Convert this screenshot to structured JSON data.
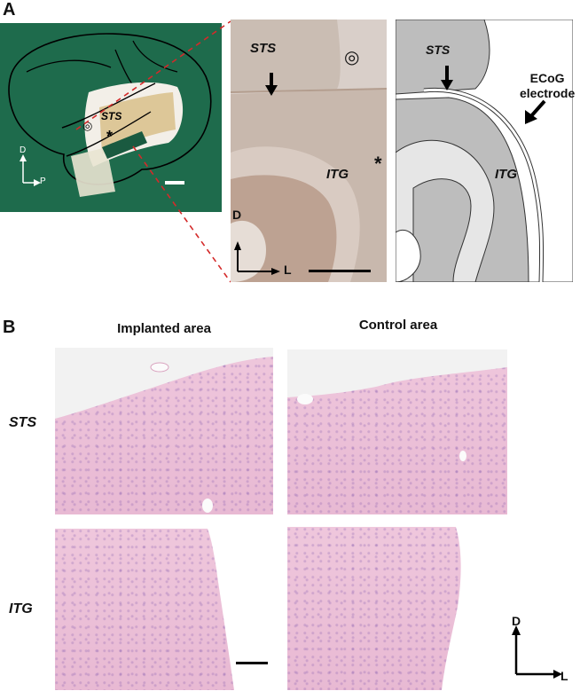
{
  "figure": {
    "panel_a": "A",
    "panel_b": "B"
  },
  "panelA": {
    "photo": {
      "sts": "STS",
      "asterisk": "*",
      "dir_d": "D",
      "dir_p": "P",
      "concentric": "◎"
    },
    "section": {
      "sts": "STS",
      "itg": "ITG",
      "asterisk": "*",
      "concentric": "◎",
      "dir_d": "D",
      "dir_l": "L"
    },
    "diagram": {
      "sts": "STS",
      "itg": "ITG",
      "ecog_line1": "ECoG",
      "ecog_line2": "electrode"
    }
  },
  "panelB": {
    "col1": "Implanted area",
    "col2": "Control area",
    "row1": "STS",
    "row2": "ITG",
    "dir_d": "D",
    "dir_l": "L"
  },
  "colors": {
    "green_bg": "#1e6b4c",
    "tissue": "#e9bcd4",
    "diagram_gray": "#bdbdbd",
    "red_dash": "#d42a2a"
  }
}
